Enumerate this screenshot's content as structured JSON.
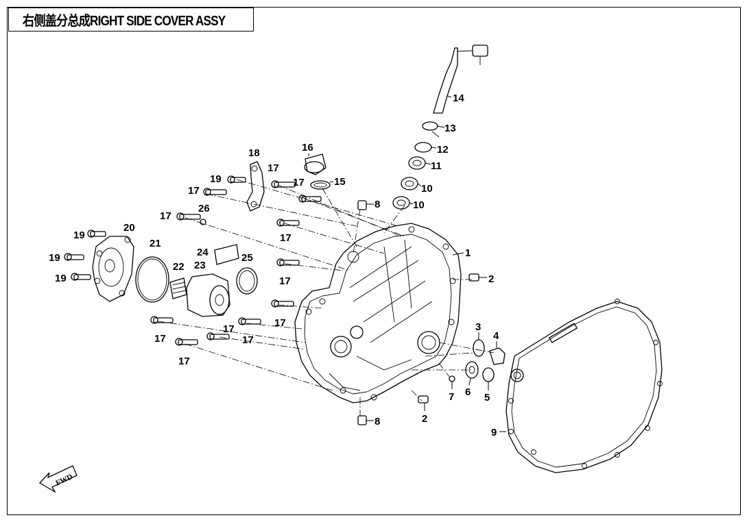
{
  "title": "右侧盖分总成RIGHT SIDE COVER ASSY",
  "direction_label": "FWD",
  "callouts": {
    "c1": "1",
    "c2a": "2",
    "c2b": "2",
    "c3": "3",
    "c4": "4",
    "c5": "5",
    "c6": "6",
    "c7": "7",
    "c8a": "8",
    "c8b": "8",
    "c9": "9",
    "c10a": "10",
    "c10b": "10",
    "c11": "11",
    "c12": "12",
    "c13": "13",
    "c14": "14",
    "c15": "15",
    "c16": "16",
    "c17a": "17",
    "c17b": "17",
    "c17c": "17",
    "c17d": "17",
    "c17e": "17",
    "c17f": "17",
    "c17g": "17",
    "c17h": "17",
    "c17i": "17",
    "c17j": "17",
    "c17k": "17",
    "c18": "18",
    "c19a": "19",
    "c19b": "19",
    "c19c": "19",
    "c19d": "19",
    "c20": "20",
    "c21": "21",
    "c22": "22",
    "c23": "23",
    "c24": "24",
    "c25": "25",
    "c26": "26"
  }
}
